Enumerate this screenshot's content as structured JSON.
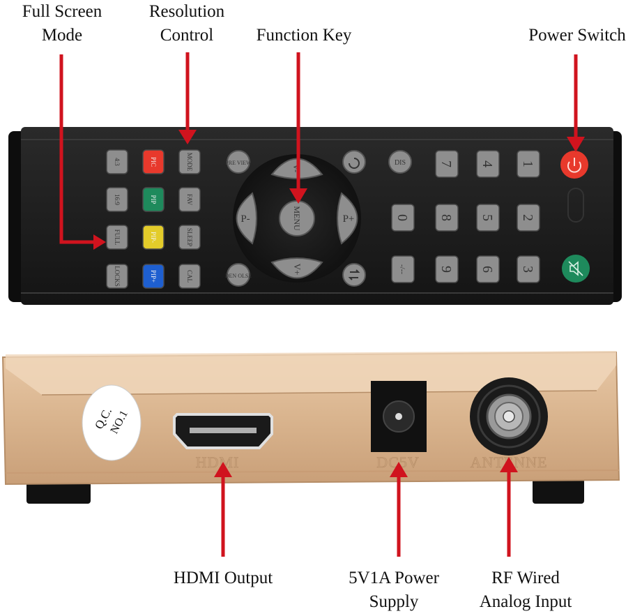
{
  "colors": {
    "arrow": "#d0131e",
    "remote_body": "#1e1e1e",
    "key_gray": "#8e8e8e",
    "key_red": "#e8392c",
    "key_green": "#1e8a5c",
    "key_yellow": "#e3cc2a",
    "key_blue": "#1e5fd0",
    "box_gold": "#dcb892"
  },
  "callouts": {
    "full_screen": [
      "Full Screen",
      "Mode"
    ],
    "resolution": [
      "Resolution",
      "Control"
    ],
    "function_key": "Function Key",
    "power_switch": "Power Switch",
    "hdmi_output": "HDMI Output",
    "power_supply": [
      "5V1A Power",
      "Supply"
    ],
    "rf_input": [
      "RF Wired",
      "Analog Input"
    ]
  },
  "remote": {
    "left_keys": [
      {
        "label": "4:3",
        "color": "gray"
      },
      {
        "label": "PIC",
        "color": "red"
      },
      {
        "label": "MODE",
        "color": "gray"
      },
      {
        "label": "16:9",
        "color": "gray"
      },
      {
        "label": "PIP",
        "color": "green"
      },
      {
        "label": "FAV",
        "color": "gray"
      },
      {
        "label": "FULL",
        "color": "gray"
      },
      {
        "label": "PIP-",
        "color": "yellow"
      },
      {
        "label": "SLEEP",
        "color": "gray"
      },
      {
        "label": "LOCKS",
        "color": "gray"
      },
      {
        "label": "PIP+",
        "color": "blue"
      },
      {
        "label": "CAL",
        "color": "gray"
      }
    ],
    "round_keys": {
      "pre_view": "PRE VIEW",
      "den_olse": "DEN OLSE",
      "dis": "DIS"
    },
    "dpad": {
      "center": "MENU",
      "left": "P-",
      "right": "P+",
      "up": "V-",
      "down": "V+"
    },
    "number_keys": [
      "1",
      "2",
      "3",
      "4",
      "5",
      "6",
      "7",
      "8",
      "9",
      "0",
      "-/--"
    ],
    "icons": [
      "power-icon",
      "mute-icon",
      "return-icon",
      "swap-icon"
    ]
  },
  "device": {
    "sticker": [
      "Q.C.",
      "NO.1"
    ],
    "ports": {
      "hdmi": "HDMI",
      "dc": "DC5V",
      "antenna": "ANTENNE"
    }
  }
}
